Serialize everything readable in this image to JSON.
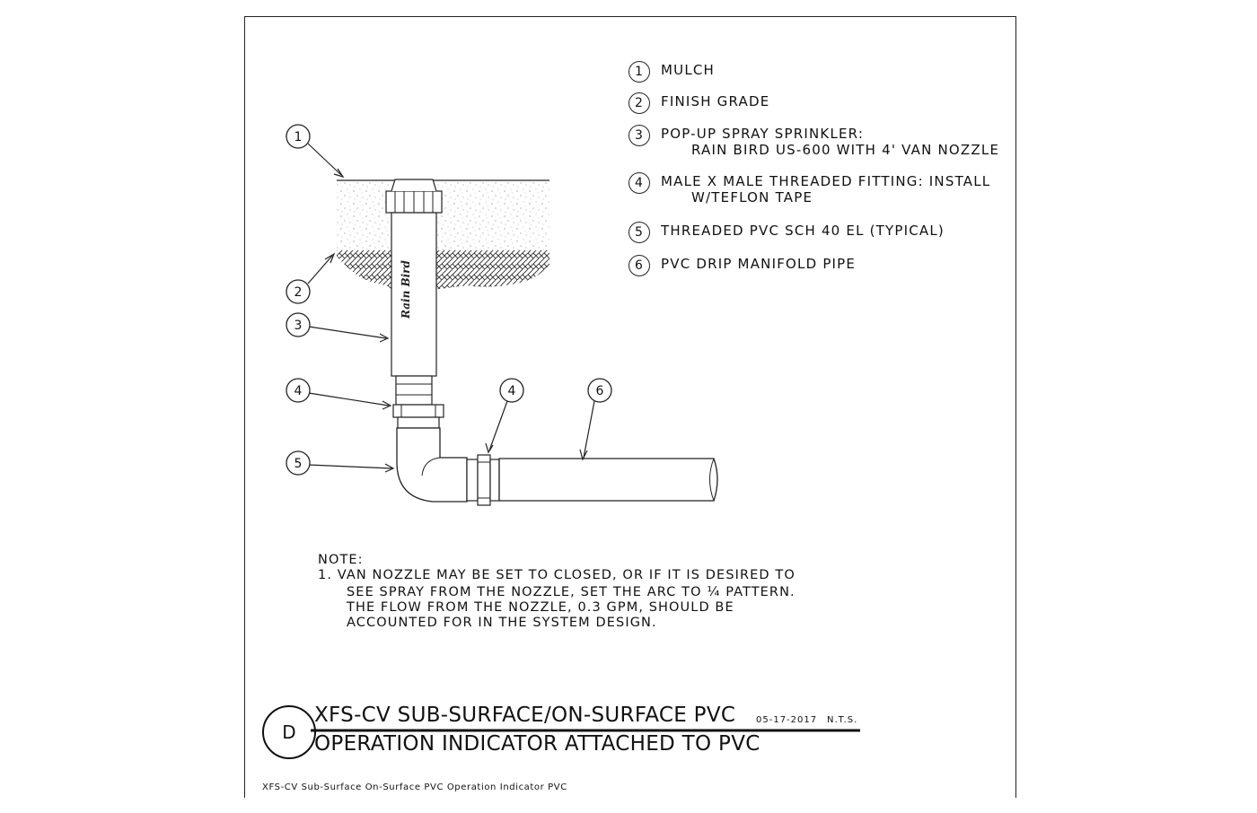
{
  "legend": [
    {
      "num": "1",
      "line1": "MULCH",
      "line2": ""
    },
    {
      "num": "2",
      "line1": "FINISH GRADE",
      "line2": ""
    },
    {
      "num": "3",
      "line1": "POP-UP SPRAY SPRINKLER:",
      "line2": "RAIN BIRD US-600 WITH 4' VAN NOZZLE"
    },
    {
      "num": "4",
      "line1": "MALE X MALE THREADED FITTING: INSTALL",
      "line2": "W/TEFLON TAPE"
    },
    {
      "num": "5",
      "line1": "THREADED PVC SCH 40 EL (TYPICAL)",
      "line2": ""
    },
    {
      "num": "6",
      "line1": "PVC DRIP MANIFOLD PIPE",
      "line2": ""
    }
  ],
  "callouts": [
    "1",
    "2",
    "3",
    "4",
    "4",
    "5",
    "6"
  ],
  "brand_mark": "Rain Bird",
  "note": {
    "heading": "NOTE:",
    "line1": "1. VAN NOZZLE MAY BE SET TO CLOSED, OR IF IT IS DESIRED TO",
    "line2": "SEE SPRAY FROM THE NOZZLE, SET THE ARC TO ¼ PATTERN.",
    "line3": "THE FLOW FROM THE NOZZLE, 0.3 GPM, SHOULD BE",
    "line4": "ACCOUNTED FOR IN THE SYSTEM DESIGN."
  },
  "title": {
    "detail_letter": "D",
    "line1": "XFS-CV SUB-SURFACE/ON-SURFACE PVC",
    "line2": "OPERATION INDICATOR ATTACHED TO PVC",
    "date": "05-17-2017",
    "scale": "N.T.S."
  },
  "footer": "XFS-CV Sub-Surface On-Surface PVC Operation Indicator PVC"
}
